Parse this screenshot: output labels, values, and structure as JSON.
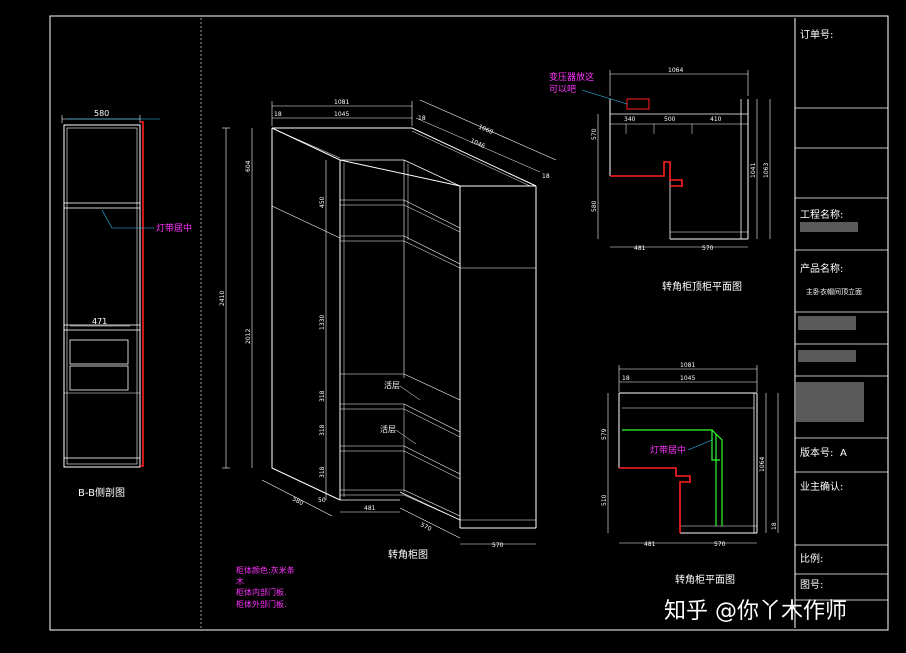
{
  "views": {
    "side_section": {
      "title": "B-B侧剖图",
      "dim_width": "580",
      "dim_inner": "471",
      "light_note": "灯带居中"
    },
    "corner_iso": {
      "title": "转角柜图",
      "dim_top_1": "1081",
      "dim_top_2": "1045",
      "dim_side_1": "1060",
      "dim_side_2": "1046",
      "dim_18a": "18",
      "dim_18b": "18",
      "dim_18c": "18",
      "dim_left_total": "2410",
      "dim_left_sub": "2012",
      "dim_left_top": "604",
      "dim_mid_1": "450",
      "dim_mid_2": "1330",
      "dim_mid_3": "318",
      "dim_mid_4": "318",
      "dim_mid_5": "318",
      "dim_bottom_1": "580",
      "dim_bottom_2": "481",
      "dim_bottom_3": "570",
      "dim_bottom_4": "570",
      "dim_bottom_50": "50",
      "shelf_label_1": "活层",
      "shelf_label_2": "活层"
    },
    "top_plan": {
      "title": "转角柜顶柜平面图",
      "dim_width": "1064",
      "dim_a": "340",
      "dim_b": "500",
      "dim_c": "410",
      "dim_left_1": "570",
      "dim_left_2": "580",
      "dim_right_1": "1041",
      "dim_right_2": "1063",
      "dim_bottom_1": "481",
      "dim_bottom_2": "570",
      "note": "变压器放这\n可以吧"
    },
    "base_plan": {
      "title": "转角柜平面图",
      "dim_width_1": "1081",
      "dim_width_2": "1045",
      "dim_18": "18",
      "dim_left_1": "579",
      "dim_left_2": "510",
      "dim_right_1": "1064",
      "dim_right_2": "18",
      "dim_bottom_1": "481",
      "dim_bottom_2": "570",
      "light_note": "灯带居中"
    }
  },
  "notes": {
    "line1": "柜体颜色:灰米条",
    "line2": "木",
    "line3": "柜体内部门板.",
    "line4": "柜体外部门板."
  },
  "title_block": {
    "order_label": "订单号:",
    "project_label": "工程名称:",
    "product_label": "产品名称:",
    "product_value": "主卧衣帽间顶立面",
    "version_label": "版本号:",
    "version_value": "A",
    "owner_label": "业主确认:",
    "scale_label": "比例:",
    "drawing_no_label": "图号:"
  },
  "watermark": "知乎 @你丫木作师",
  "colors": {
    "background": "#000000",
    "lines": "#ffffff",
    "red": "#ff2020",
    "magenta": "#ff33ff",
    "green": "#30ff30",
    "cyan": "#30c8ff"
  }
}
